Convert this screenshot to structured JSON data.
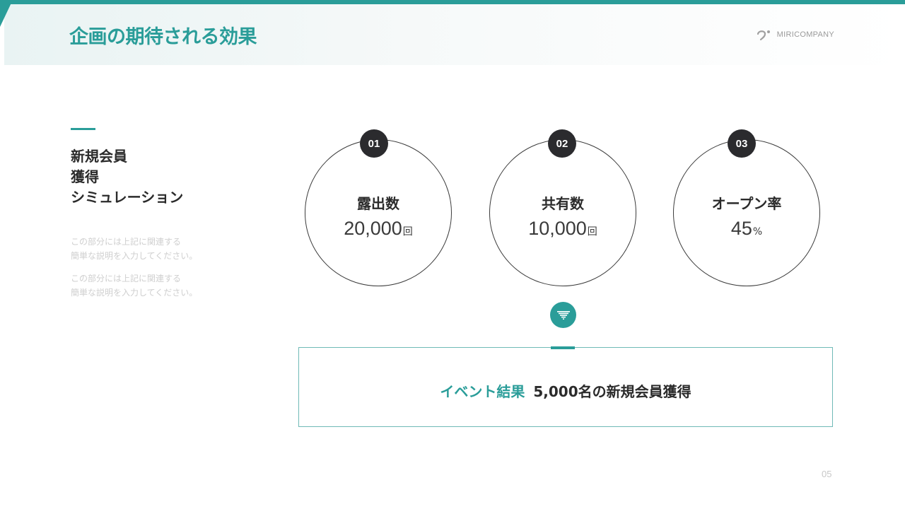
{
  "header": {
    "title": "企画の期待される効果",
    "brand": "MIRICOMPANY"
  },
  "sidebar": {
    "title_lines": [
      "新規会員",
      "獲得",
      "シミュレーション"
    ],
    "descriptions": [
      [
        "この部分には上記に関連する",
        "簡単な説明を入力してください。"
      ],
      [
        "この部分には上記に関連する",
        "簡単な説明を入力してください。"
      ]
    ]
  },
  "metrics": [
    {
      "badge": "01",
      "label": "露出数",
      "value": "20,000",
      "unit": "回"
    },
    {
      "badge": "02",
      "label": "共有数",
      "value": "10,000",
      "unit": "回"
    },
    {
      "badge": "03",
      "label": "オープン率",
      "value": "45",
      "unit": "%"
    }
  ],
  "result": {
    "label": "イベント結果",
    "text": "5,000名の新規会員獲得"
  },
  "page_number": "05",
  "colors": {
    "accent": "#2a9d99",
    "dark": "#2b2b2e",
    "text": "#2b2b2b"
  },
  "icons": {
    "brand": "brand-logo-icon",
    "arrow": "down-arrow-icon"
  }
}
